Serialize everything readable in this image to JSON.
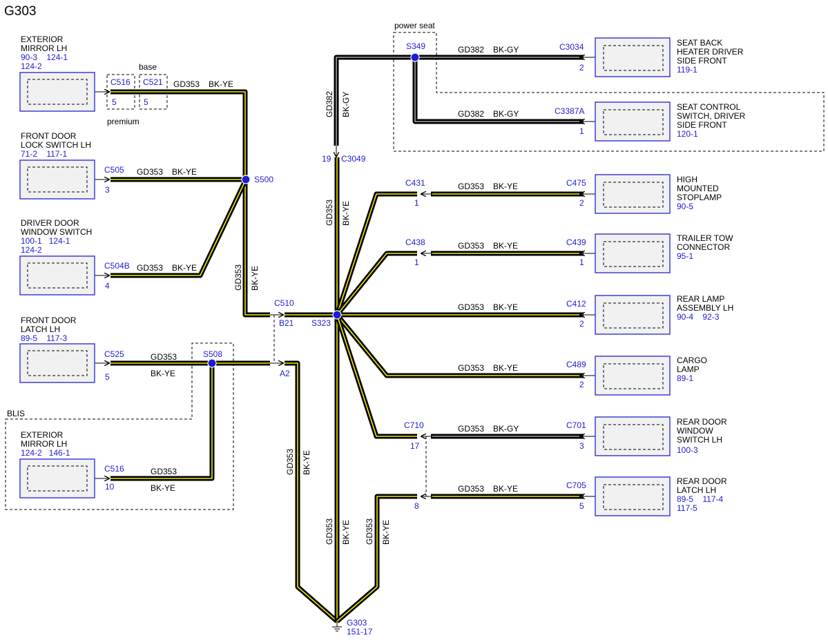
{
  "title": "G303",
  "colors": {
    "wire_outer": "#000000",
    "wire_yellow": "#f2ea00",
    "wire_gray": "#a6a6a6",
    "label_blue": "#1c1cd4",
    "component_border": "#2222cc"
  },
  "components": {
    "ext_mirror_1": {
      "lines": [
        "EXTERIOR",
        "MIRROR LH"
      ],
      "refs": [
        "90-3    124-1",
        "124-2"
      ]
    },
    "front_lock": {
      "lines": [
        "FRONT DOOR",
        "LOCK SWITCH LH"
      ],
      "refs": [
        "71-2    117-1"
      ]
    },
    "driver_window": {
      "lines": [
        "DRIVER DOOR",
        "WINDOW SWITCH"
      ],
      "refs": [
        "100-1   124-1",
        "124-2"
      ]
    },
    "front_latch": {
      "lines": [
        "FRONT DOOR",
        "LATCH LH"
      ],
      "refs": [
        "89-5    117-3"
      ]
    },
    "ext_mirror_2": {
      "lines": [
        "EXTERIOR",
        "MIRROR LH"
      ],
      "refs": [
        "124-2   146-1"
      ]
    },
    "seat_back": {
      "lines": [
        "SEAT BACK",
        "HEATER DRIVER",
        "SIDE FRONT"
      ],
      "refs": [
        "119-1"
      ]
    },
    "seat_control": {
      "lines": [
        "SEAT CONTROL",
        "SWITCH, DRIVER",
        "SIDE FRONT"
      ],
      "refs": [
        "120-1"
      ]
    },
    "stoplamp": {
      "lines": [
        "HIGH",
        "MOUNTED",
        "STOPLAMP"
      ],
      "refs": [
        "90-5"
      ]
    },
    "trailer": {
      "lines": [
        "TRAILER TOW",
        "CONNECTOR"
      ],
      "refs": [
        "95-1"
      ]
    },
    "rear_lamp": {
      "lines": [
        "REAR LAMP",
        "ASSEMBLY LH"
      ],
      "refs": [
        "90-4    92-3"
      ]
    },
    "cargo": {
      "lines": [
        "CARGO",
        "LAMP"
      ],
      "refs": [
        "89-1"
      ]
    },
    "rear_window": {
      "lines": [
        "REAR DOOR",
        "WINDOW",
        "SWITCH LH"
      ],
      "refs": [
        "100-3"
      ]
    },
    "rear_latch": {
      "lines": [
        "REAR DOOR",
        "LATCH LH"
      ],
      "refs": [
        "89-5    117-4",
        "117-5"
      ]
    }
  },
  "connectors": {
    "c516a": {
      "name": "C516",
      "pin": "5"
    },
    "c521": {
      "name": "C521",
      "pin": "5"
    },
    "c505": {
      "name": "C505",
      "pin": "3"
    },
    "c504b": {
      "name": "C504B",
      "pin": "4"
    },
    "c525": {
      "name": "C525",
      "pin": "5"
    },
    "c516b": {
      "name": "C516",
      "pin": "10"
    },
    "c510": {
      "name": "C510",
      "pin_b": "B21",
      "pin_a": "A2"
    },
    "c3049": {
      "name": "C3049",
      "pin": "19"
    },
    "c3034": {
      "name": "C3034",
      "pin": "2"
    },
    "c3387a": {
      "name": "C3387A",
      "pin": "1"
    },
    "c431": {
      "name": "C431",
      "pin": "1"
    },
    "c475": {
      "name": "C475",
      "pin": "2"
    },
    "c438": {
      "name": "C438",
      "pin": "1"
    },
    "c439": {
      "name": "C439",
      "pin": "1"
    },
    "c412": {
      "name": "C412",
      "pin": "2"
    },
    "c489": {
      "name": "C489",
      "pin": "2"
    },
    "c710": {
      "name": "C710",
      "pin": "17"
    },
    "c701": {
      "name": "C701",
      "pin": "3"
    },
    "c705": {
      "name": "C705",
      "pin": "5"
    },
    "c710b": {
      "pin": "8"
    }
  },
  "splices": {
    "s500": "S500",
    "s508": "S508",
    "s349": "S349",
    "s323": "S323"
  },
  "ground": {
    "name": "G303",
    "ref": "151-17"
  },
  "options": {
    "base": "base",
    "premium": "premium",
    "blis": "BLIS",
    "power_seat": "power seat"
  },
  "wire": {
    "gd353": "GD353",
    "gd382": "GD382",
    "bkye": "BK-YE",
    "bkgy": "BK-GY"
  }
}
